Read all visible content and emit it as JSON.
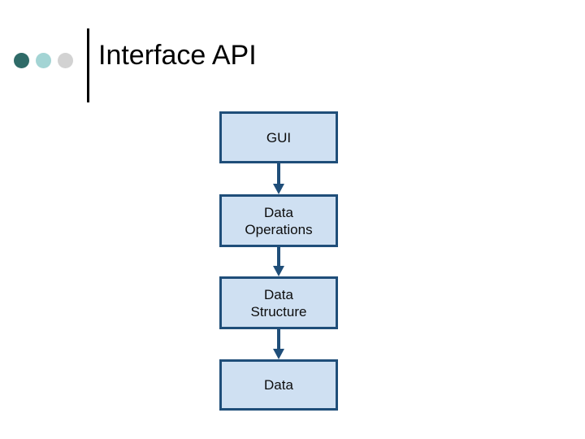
{
  "slide": {
    "background_color": "#ffffff",
    "title": "Interface API",
    "title_color": "#000000",
    "divider_color": "#000000",
    "bullets": [
      {
        "name": "dot-dark-teal",
        "color": "#2f6b68"
      },
      {
        "name": "dot-light-teal",
        "color": "#a3d4d4"
      },
      {
        "name": "dot-light-gray",
        "color": "#d2d2d2"
      }
    ]
  },
  "flowchart": {
    "orientation": "vertical-top-down",
    "box_fill": "#cfe0f2",
    "box_border": "#1f4e79",
    "arrow_color": "#1f4e79",
    "nodes": [
      {
        "id": "gui",
        "label": "GUI"
      },
      {
        "id": "data-operations",
        "label": "Data\nOperations"
      },
      {
        "id": "data-structure",
        "label": "Data\nStructure"
      },
      {
        "id": "data",
        "label": "Data"
      }
    ],
    "edges": [
      {
        "from": "gui",
        "to": "data-operations"
      },
      {
        "from": "data-operations",
        "to": "data-structure"
      },
      {
        "from": "data-structure",
        "to": "data"
      }
    ]
  }
}
